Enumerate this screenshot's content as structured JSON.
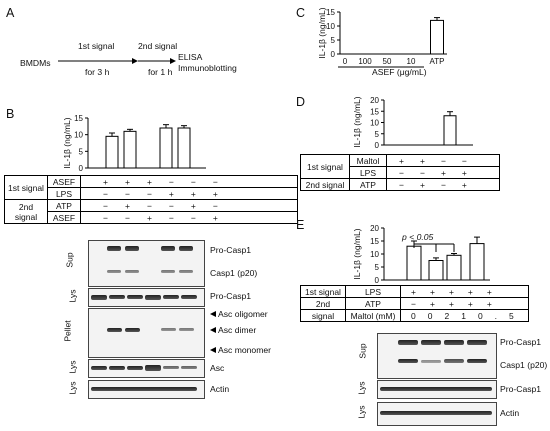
{
  "panels": {
    "A": {
      "letter": "A",
      "start": "BMDMs",
      "signal1_label": "1st signal",
      "signal1_time": "for 3 h",
      "signal2_label": "2nd signal",
      "signal2_time": "for 1 h",
      "readout1": "ELISA",
      "readout2": "Immunoblotting"
    },
    "B": {
      "letter": "B",
      "rows": [
        {
          "group": "1st signal",
          "name": "ASEF",
          "marks": [
            "+",
            "+",
            "+",
            "−",
            "−",
            "−"
          ]
        },
        {
          "group": "",
          "name": "LPS",
          "marks": [
            "−",
            "−",
            "−",
            "+",
            "+",
            "+"
          ]
        },
        {
          "group": "2nd signal",
          "name": "ATP",
          "marks": [
            "−",
            "+",
            "−",
            "−",
            "+",
            "−"
          ]
        },
        {
          "group": "",
          "name": "ASEF",
          "marks": [
            "−",
            "−",
            "+",
            "−",
            "−",
            "+"
          ]
        }
      ],
      "blot_labels": [
        "Pro-Casp1",
        "Casp1 (p20)",
        "Pro-Casp1",
        "Asc oligomer",
        "Asc dimer",
        "Asc monomer",
        "Asc",
        "Actin"
      ],
      "section_labels": [
        "Sup",
        "Lys",
        "Pellet",
        "Lys",
        "Lys"
      ]
    },
    "C": {
      "letter": "C",
      "xticks": [
        "0",
        "100",
        "50",
        "10",
        "ATP"
      ],
      "xgroup": "ASEF (μg/mL)"
    },
    "D": {
      "letter": "D",
      "rows": [
        {
          "group": "1st signal",
          "name": "Maltol",
          "marks": [
            "+",
            "+",
            "−",
            "−"
          ]
        },
        {
          "group": "",
          "name": "LPS",
          "marks": [
            "−",
            "−",
            "+",
            "+"
          ]
        },
        {
          "group": "2nd signal",
          "name": "ATP",
          "marks": [
            "−",
            "+",
            "−",
            "+"
          ]
        }
      ]
    },
    "E": {
      "letter": "E",
      "pvalue": "p < 0.05",
      "row_lps": {
        "group": "1st signal",
        "name": "LPS",
        "marks": [
          "+",
          "+",
          "+",
          "+",
          "+"
        ]
      },
      "row_atp": {
        "group": "2nd",
        "name": "ATP",
        "marks": [
          "−",
          "+",
          "+",
          "+",
          "+"
        ]
      },
      "row_maltol": {
        "group": "signal",
        "name": "Maltol (mM)",
        "marks": [
          "0",
          "0",
          "2",
          "1",
          "0.5"
        ]
      },
      "blot_labels": [
        "Pro-Casp1",
        "Casp1 (p20)",
        "Pro-Casp1",
        "Actin"
      ],
      "section_labels": [
        "Sup",
        "Lys",
        "Lys"
      ]
    }
  },
  "ylabel": "IL-1β (ng/mL)",
  "chart_data": [
    {
      "type": "bar",
      "panel": "B",
      "categories": [
        "1",
        "2",
        "3",
        "4",
        "5",
        "6"
      ],
      "values": [
        9.5,
        11,
        null,
        12,
        12,
        null
      ],
      "errors": [
        1,
        0.6,
        null,
        1,
        0.7,
        null
      ],
      "yticks": [
        "0",
        "5",
        "10",
        "15"
      ],
      "ylim": [
        0,
        15
      ],
      "ylabel": "IL-1β (ng/mL)"
    },
    {
      "type": "bar",
      "panel": "C",
      "categories": [
        "0",
        "100",
        "50",
        "10",
        "ATP"
      ],
      "values": [
        0,
        0,
        0,
        0,
        12
      ],
      "errors": [
        0,
        0,
        0,
        0,
        1
      ],
      "yticks": [
        "0",
        "5",
        "10",
        "15"
      ],
      "ylim": [
        0,
        15
      ],
      "ylabel": "IL-1β (ng/mL)"
    },
    {
      "type": "bar",
      "panel": "D",
      "categories": [
        "1",
        "2",
        "3",
        "4"
      ],
      "values": [
        0,
        0,
        0,
        13
      ],
      "errors": [
        0,
        0,
        0,
        1.8
      ],
      "yticks": [
        "0",
        "5",
        "10",
        "15",
        "20"
      ],
      "ylim": [
        0,
        20
      ],
      "ylabel": "IL-1β (ng/mL)"
    },
    {
      "type": "bar",
      "panel": "E",
      "categories": [
        "0",
        "0",
        "2",
        "1",
        "0.5"
      ],
      "values": [
        0,
        13,
        7.5,
        9.5,
        14
      ],
      "errors": [
        0,
        2,
        1,
        0.7,
        2.5
      ],
      "yticks": [
        "0",
        "5",
        "10",
        "15",
        "20"
      ],
      "ylim": [
        0,
        20
      ],
      "ylabel": "IL-1β (ng/mL)"
    }
  ]
}
